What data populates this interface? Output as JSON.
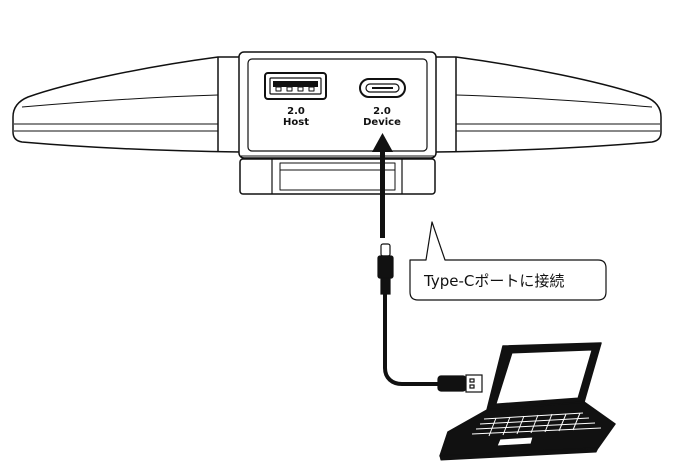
{
  "device": {
    "usb_a_port": {
      "version": "2.0",
      "role": "Host",
      "icon": "usb-a-port-icon"
    },
    "usb_c_port": {
      "version": "2.0",
      "role": "Device",
      "icon": "usb-c-port-icon"
    }
  },
  "callout": {
    "text": "Type-Cポートに接続"
  },
  "icons": {
    "cable": "usb-c-to-usb-a-cable-icon",
    "laptop": "laptop-icon",
    "arrow": "arrow-up-icon"
  },
  "colors": {
    "line": "#111111",
    "background": "#ffffff"
  }
}
